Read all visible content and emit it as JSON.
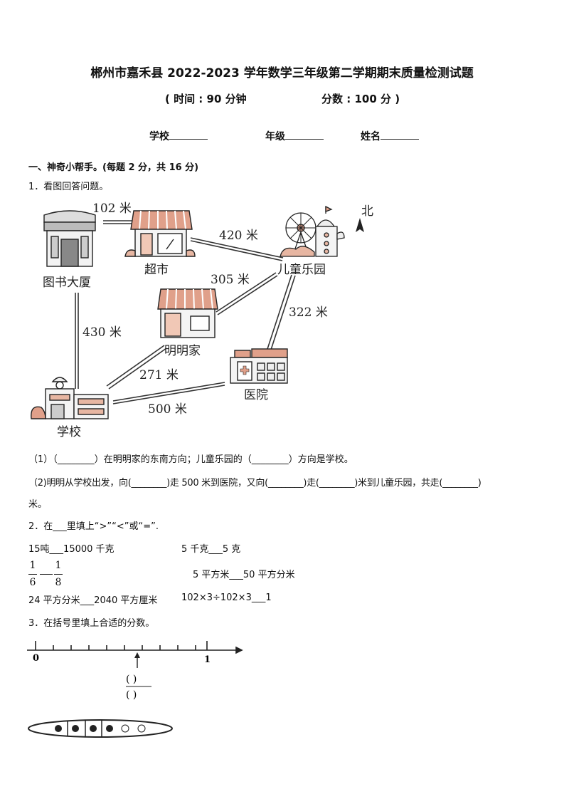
{
  "header": {
    "title": "郴州市嘉禾县 2022-2023 学年数学三年级第二学期期末质量检测试题",
    "time": "( 时间 : 90 分钟",
    "score": "分数 : 100 分 )",
    "school_label": "学校",
    "grade_label": "年级",
    "name_label": "姓名"
  },
  "section1": {
    "heading": "一、神奇小帮手。(每题 2 分，共 16 分)"
  },
  "q1": {
    "prompt": "1．看图回答问题。",
    "map": {
      "north": "北",
      "places": {
        "library": "图书大厦",
        "market": "超市",
        "park": "儿童乐园",
        "home": "明明家",
        "hospital": "医院",
        "school": "学校"
      },
      "distances": {
        "library_market": "102 米",
        "market_park": "420 米",
        "home_park": "305 米",
        "library_school": "430 米",
        "park_hospital": "322 米",
        "school_home": "271 米",
        "school_hospital": "500 米"
      }
    },
    "sub1": "（1）（________）在明明家的东南方向；儿童乐园的（________）方向是学校。",
    "sub2a": "（2)明明从学校出发，向(________)走 500 米到医院，又向(________)走(________)米到儿童乐园，共走(________)",
    "sub2b": "米。"
  },
  "q2": {
    "prompt": "2．在___里填上“>”“<”或“=”.",
    "items": {
      "a": "15吨___15000 千克",
      "b": "5 千克___5 克",
      "c_num1": "1",
      "c_den1": "6",
      "c_num2": "1",
      "c_den2": "8",
      "d": "5 平方米___50 平方分米",
      "e": "24 平方分米___2040 平方厘米",
      "f": "102×3÷102×3___1"
    }
  },
  "q3": {
    "prompt": "3．在括号里填上合适的分数。",
    "axis": {
      "zero": "0",
      "one": "1"
    },
    "fraction_top": "(   )",
    "fraction_bottom": "(   )"
  }
}
